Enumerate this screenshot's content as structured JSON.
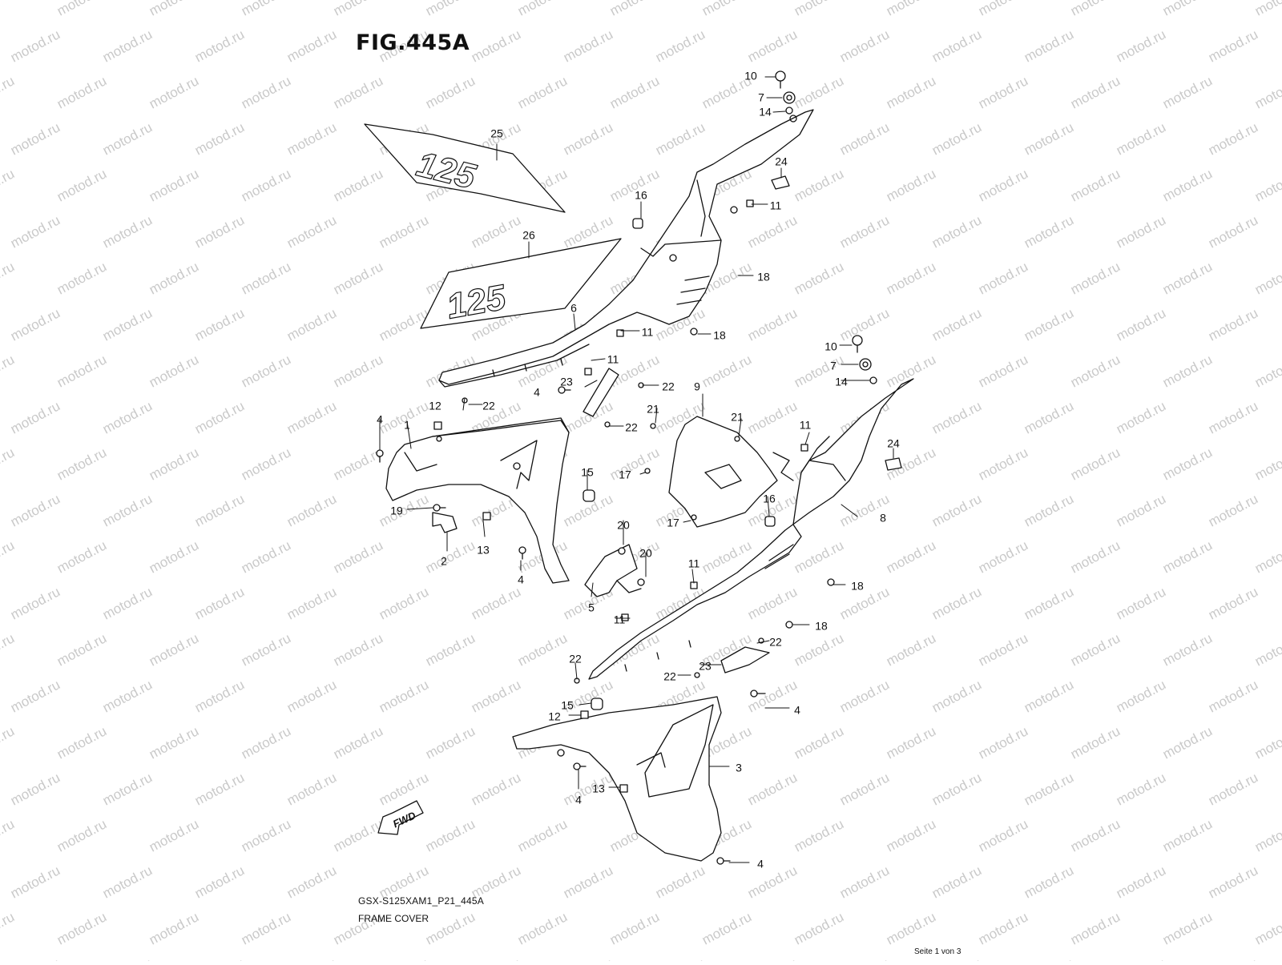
{
  "figure": {
    "title": "FIG.445A",
    "code": "GSX-S125XAM1_P21_445A",
    "name": "FRAME COVER",
    "page": "Seite 1 von 3",
    "watermark": "motod.ru"
  },
  "decals": {
    "decal_25": "125",
    "decal_26": "125"
  },
  "fwd_label": "FWD",
  "labels": [
    {
      "id": "10a",
      "text": "10"
    },
    {
      "id": "7a",
      "text": "7"
    },
    {
      "id": "14a",
      "text": "14"
    },
    {
      "id": "25",
      "text": "25"
    },
    {
      "id": "24a",
      "text": "24"
    },
    {
      "id": "16a",
      "text": "16"
    },
    {
      "id": "11a",
      "text": "11"
    },
    {
      "id": "26",
      "text": "26"
    },
    {
      "id": "18a",
      "text": "18"
    },
    {
      "id": "6",
      "text": "6"
    },
    {
      "id": "11b",
      "text": "11"
    },
    {
      "id": "18b",
      "text": "18"
    },
    {
      "id": "11c",
      "text": "11"
    },
    {
      "id": "10b",
      "text": "10"
    },
    {
      "id": "7b",
      "text": "7"
    },
    {
      "id": "23a",
      "text": "23"
    },
    {
      "id": "22a",
      "text": "22"
    },
    {
      "id": "14b",
      "text": "14"
    },
    {
      "id": "4a",
      "text": "4"
    },
    {
      "id": "9",
      "text": "9"
    },
    {
      "id": "12a",
      "text": "12"
    },
    {
      "id": "22b",
      "text": "22"
    },
    {
      "id": "21a",
      "text": "21"
    },
    {
      "id": "21b",
      "text": "21"
    },
    {
      "id": "22c",
      "text": "22"
    },
    {
      "id": "11d",
      "text": "11"
    },
    {
      "id": "4b",
      "text": "4"
    },
    {
      "id": "1",
      "text": "1"
    },
    {
      "id": "24b",
      "text": "24"
    },
    {
      "id": "15a",
      "text": "15"
    },
    {
      "id": "17a",
      "text": "17"
    },
    {
      "id": "16b",
      "text": "16"
    },
    {
      "id": "19",
      "text": "19"
    },
    {
      "id": "17b",
      "text": "17"
    },
    {
      "id": "8",
      "text": "8"
    },
    {
      "id": "20a",
      "text": "20"
    },
    {
      "id": "13a",
      "text": "13"
    },
    {
      "id": "2",
      "text": "2"
    },
    {
      "id": "20b",
      "text": "20"
    },
    {
      "id": "11e",
      "text": "11"
    },
    {
      "id": "4c",
      "text": "4"
    },
    {
      "id": "18c",
      "text": "18"
    },
    {
      "id": "5",
      "text": "5"
    },
    {
      "id": "11f",
      "text": "11"
    },
    {
      "id": "18d",
      "text": "18"
    },
    {
      "id": "22d",
      "text": "22"
    },
    {
      "id": "22e",
      "text": "22"
    },
    {
      "id": "23b",
      "text": "23"
    },
    {
      "id": "22f",
      "text": "22"
    },
    {
      "id": "15b",
      "text": "15"
    },
    {
      "id": "4d",
      "text": "4"
    },
    {
      "id": "12b",
      "text": "12"
    },
    {
      "id": "3",
      "text": "3"
    },
    {
      "id": "13b",
      "text": "13"
    },
    {
      "id": "4e",
      "text": "4"
    },
    {
      "id": "4f",
      "text": "4"
    }
  ]
}
